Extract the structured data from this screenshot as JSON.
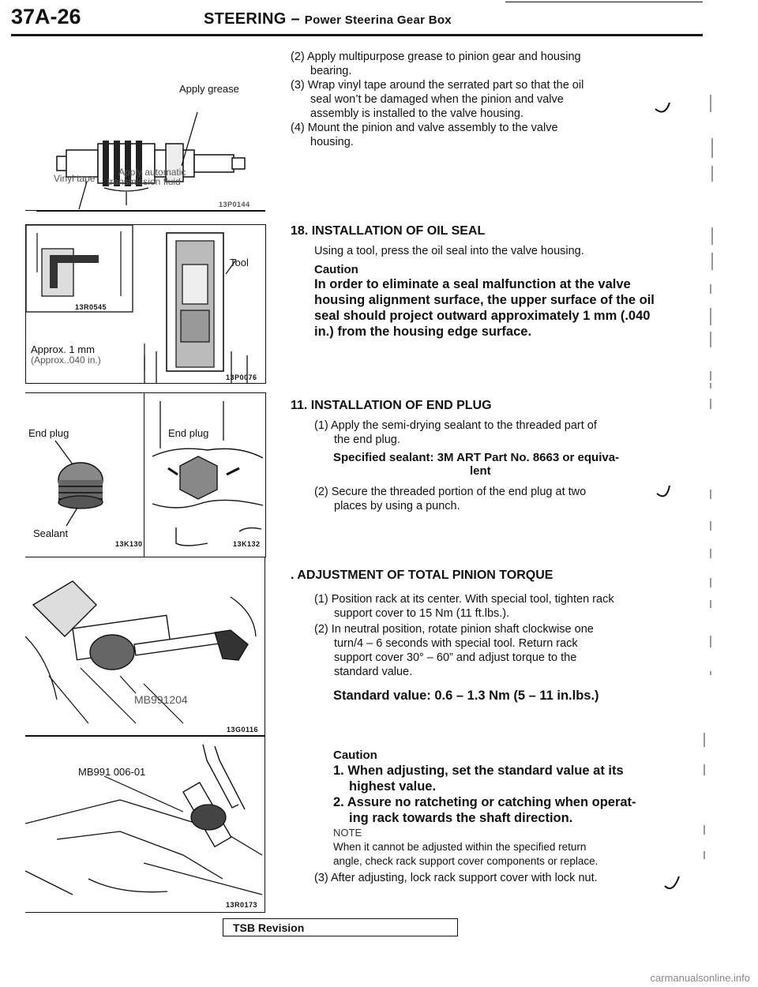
{
  "header": {
    "page_number": "37A-26",
    "title": "STEERING",
    "dash": "–",
    "subtitle": "Power Steerina Gear Box"
  },
  "figures": {
    "fig1": {
      "apply_grease": "Apply grease",
      "vinyl_tape": "Vinyl tape",
      "apply_atf_line1": "Apply automatic",
      "apply_atf_line2": "transmission fluid",
      "code": "13P0144"
    },
    "fig2": {
      "code_small": "13R0545",
      "tool": "Tool",
      "approx_mm": "Approx. 1 mm",
      "approx_in": "(Approx..040 in.)",
      "code": "13P0076"
    },
    "fig3": {
      "end_plug": "End plug",
      "sealant": "Sealant",
      "code": "13K130"
    },
    "fig4": {
      "end_plug": "End plug",
      "code": "13K132"
    },
    "fig5": {
      "tool": "MB991204",
      "code": "13G0116"
    },
    "fig6": {
      "tool": "MB991  006-01",
      "code": "13R0173"
    }
  },
  "steps_top": [
    {
      "num": "(2)",
      "text": "Apply multipurpose grease to pinion gear and housing",
      "cont": "bearing."
    },
    {
      "num": "(3)",
      "text": "Wrap vinyl tape around the serrated part so that the oil",
      "cont": "seal won’t be damaged when the pinion and valve",
      "cont2": "assembly is installed to the valve housing."
    },
    {
      "num": "(4)",
      "text": "Mount the pinion and valve assembly to the valve",
      "cont": "housing."
    }
  ],
  "section18": {
    "heading": "18. INSTALLATION OF OIL SEAL",
    "text": "Using a tool, press the oil seal into the valve housing.",
    "caution_label": "Caution",
    "caution_lines": [
      "In order to eliminate a seal malfunction at the valve",
      "housing alignment surface, the upper surface of the oil",
      "seal should project outward approximately 1 mm (.040",
      "in.) from the housing edge surface."
    ]
  },
  "section11": {
    "heading": "11. INSTALLATION OF END PLUG",
    "step1_num": "(1)",
    "step1": "Apply the semi-drying sealant to the threaded part of",
    "step1_cont": "the end plug.",
    "spec_line1": "Specified sealant: 3M ART Part No. 8663 or equiva-",
    "spec_line2": "lent",
    "step2": "(2) Secure the threaded portion of the end plug at two",
    "step2_cont": "places by using a punch."
  },
  "adjustment": {
    "heading": ". ADJUSTMENT OF TOTAL PINION TORQUE",
    "step1": "(1) Position rack at its center. With special tool, tighten rack",
    "step1_cont": "support cover to 15 Nm (11 ft.lbs.).",
    "step2": "(2) In neutral position, rotate pinion shaft clockwise one",
    "step2_cont1": "turn/4 – 6 seconds with special tool. Return rack",
    "step2_cont2": "support cover 30° – 60” and adjust torque to the",
    "step2_cont3": "standard value.",
    "standard": "Standard value: 0.6 – 1.3 Nm (5 – 11 in.lbs.)",
    "caution_label": "Caution",
    "caution1": "1. When adjusting, set the standard value at its",
    "caution1_cont": "highest value.",
    "caution2": "2. Assure no ratcheting or catching when operat-",
    "caution2_cont": "ing rack towards the shaft direction.",
    "note_label": "NOTE",
    "note1": "When it cannot be adjusted within the specified return",
    "note2": "angle, check rack support cover components or replace.",
    "step3": "(3) After adjusting, lock rack support cover with lock nut."
  },
  "footer": {
    "tsb": "TSB Revision",
    "watermark": "carmanualsonline.info"
  }
}
